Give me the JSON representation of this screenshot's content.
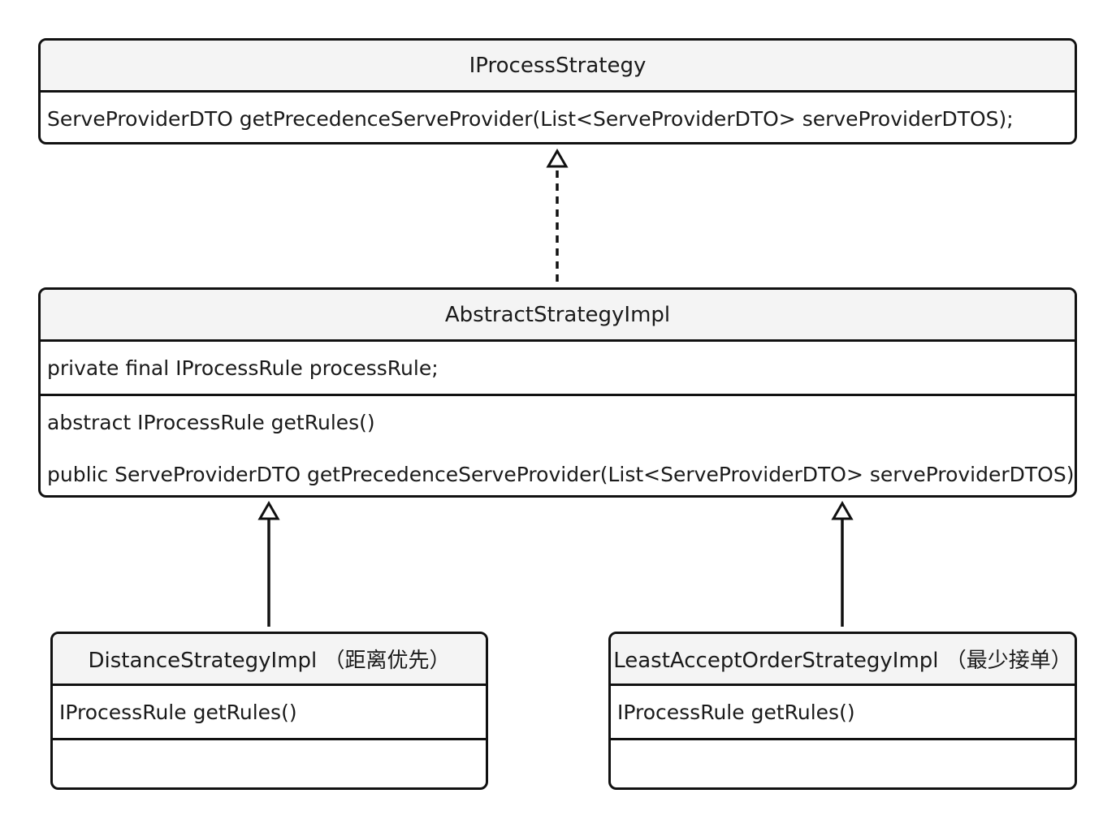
{
  "classes": {
    "iprocess_strategy": {
      "name": "IProcessStrategy",
      "methods": [
        "ServeProviderDTO getPrecedenceServeProvider(List<ServeProviderDTO> serveProviderDTOS);"
      ]
    },
    "abstract_strategy_impl": {
      "name": "AbstractStrategyImpl",
      "attributes": [
        "private final IProcessRule processRule;"
      ],
      "methods": [
        "abstract IProcessRule getRules()",
        "public ServeProviderDTO getPrecedenceServeProvider(List<ServeProviderDTO> serveProviderDTOS);"
      ]
    },
    "distance_strategy_impl": {
      "name": "DistanceStrategyImpl （距离优先）",
      "methods": [
        "IProcessRule getRules()"
      ]
    },
    "least_accept_order_strategy_impl": {
      "name": "LeastAcceptOrderStrategyImpl （最少接单）",
      "methods": [
        "IProcessRule getRules()"
      ]
    }
  },
  "relations": [
    {
      "from": "AbstractStrategyImpl",
      "to": "IProcessStrategy",
      "kind": "realization",
      "line": "dashed",
      "arrowhead": "hollow-triangle"
    },
    {
      "from": "DistanceStrategyImpl",
      "to": "AbstractStrategyImpl",
      "kind": "generalization",
      "line": "solid",
      "arrowhead": "hollow-triangle"
    },
    {
      "from": "LeastAcceptOrderStrategyImpl",
      "to": "AbstractStrategyImpl",
      "kind": "generalization",
      "line": "solid",
      "arrowhead": "hollow-triangle"
    }
  ],
  "colors": {
    "border": "#111111",
    "header_fill": "#f4f4f4",
    "body_fill": "#ffffff",
    "text": "#1a1a1a"
  }
}
